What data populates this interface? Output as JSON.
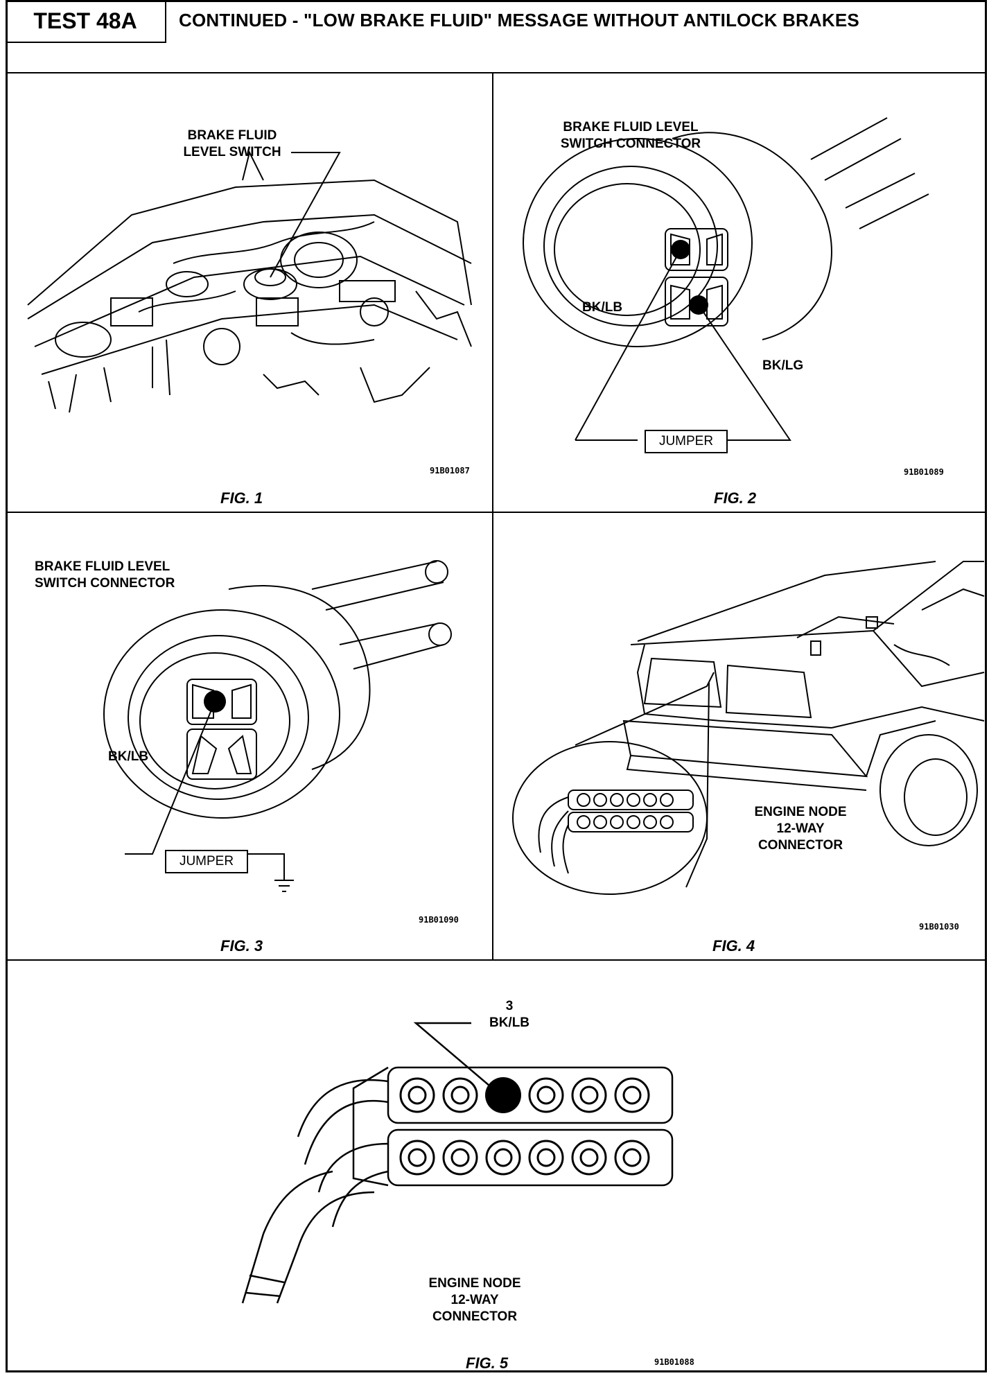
{
  "header": {
    "test_id": "TEST 48A",
    "title": "CONTINUED - \"LOW BRAKE FLUID\" MESSAGE WITHOUT ANTILOCK BRAKES"
  },
  "fig1": {
    "caption": "FIG. 1",
    "label": "BRAKE FLUID\nLEVEL  SWITCH",
    "code": "91B01087"
  },
  "fig2": {
    "caption": "FIG. 2",
    "label": "BRAKE FLUID LEVEL\nSWITCH CONNECTOR",
    "wire1": "BK/LB",
    "wire2": "BK/LG",
    "jumper": "JUMPER",
    "code": "91B01089"
  },
  "fig3": {
    "caption": "FIG. 3",
    "label": "BRAKE FLUID LEVEL\nSWITCH CONNECTOR",
    "wire1": "BK/LB",
    "jumper": "JUMPER",
    "code": "91B01090"
  },
  "fig4": {
    "caption": "FIG. 4",
    "label": "ENGINE NODE\n12-WAY\nCONNECTOR",
    "code": "91B01030"
  },
  "fig5": {
    "caption": "FIG. 5",
    "pin_number": "3",
    "pin_wire": "BK/LB",
    "label": "ENGINE NODE\n12-WAY\nCONNECTOR",
    "code": "91B01088"
  }
}
